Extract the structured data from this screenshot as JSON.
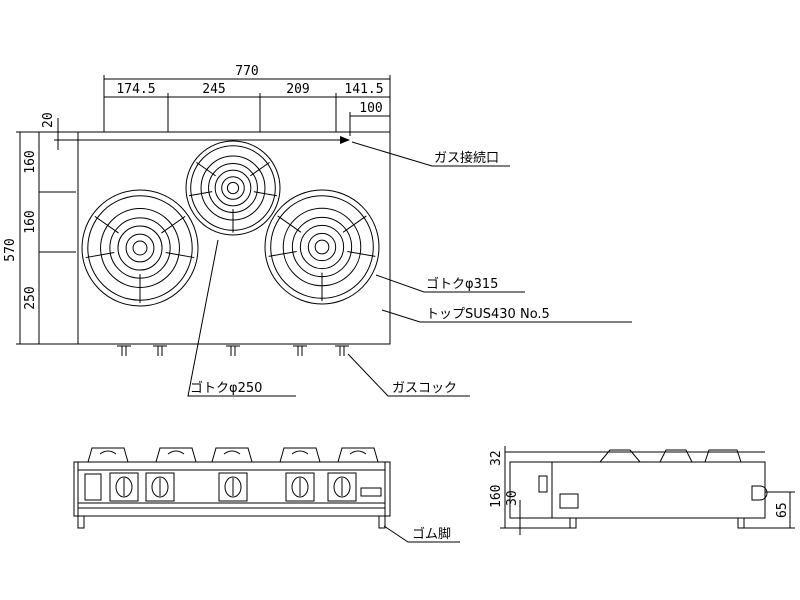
{
  "plan": {
    "dims": {
      "overall_width": "770",
      "seg1": "174.5",
      "seg2": "245",
      "seg3": "209",
      "seg4": "141.5",
      "gas_offset": "100",
      "top_margin": "20",
      "depth_total": "570",
      "depth1": "160",
      "depth2": "160",
      "depth3": "250"
    },
    "labels": {
      "gas_inlet": "ガス接続口",
      "trivet_large": "ゴトクφ315",
      "top_material": "トップSUS430 No.5",
      "trivet_small": "ゴトクφ250",
      "gas_cock": "ガスコック"
    }
  },
  "front": {
    "labels": {
      "rubber_feet": "ゴム脚"
    }
  },
  "side": {
    "dims": {
      "grate_height": "32",
      "body_height": "160",
      "foot_height": "30",
      "inlet_height": "65"
    }
  }
}
